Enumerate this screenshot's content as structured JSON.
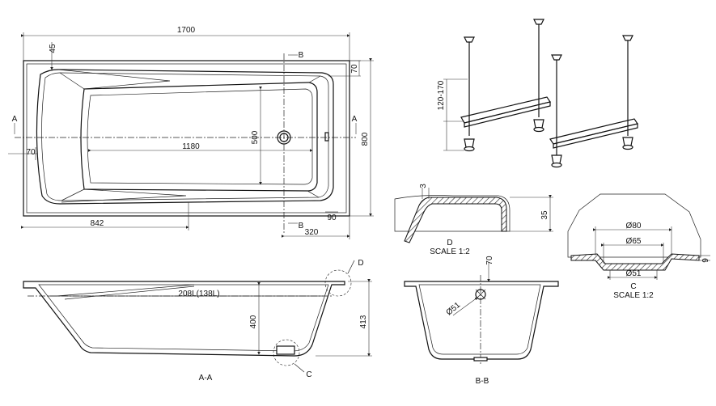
{
  "top_view": {
    "length": "1700",
    "rim_45": "45",
    "rim_70_top": "70",
    "width": "800",
    "inner_width": "500",
    "inner_length": "1180",
    "left_70": "70",
    "length_842": "842",
    "drain_320": "320",
    "bottom_90": "90",
    "section_a_left": "A",
    "section_a_right": "A",
    "section_b_top": "B",
    "section_b_bottom": "B"
  },
  "legs": {
    "height_range": "120-170"
  },
  "detail_d": {
    "thickness": "3",
    "height": "35",
    "label": "D",
    "scale": "SCALE 1:2"
  },
  "detail_c": {
    "d80": "Ø80",
    "d65": "Ø65",
    "d51": "Ø51",
    "depth": "9",
    "label": "C",
    "scale": "SCALE 1:2"
  },
  "section_aa": {
    "volume": "208L(138L)",
    "depth_400": "400",
    "height_413": "413",
    "callout_d": "D",
    "callout_c": "C",
    "title": "A-A"
  },
  "section_bb": {
    "overflow_70": "70",
    "overflow_d51": "Ø51",
    "title": "B-B"
  }
}
